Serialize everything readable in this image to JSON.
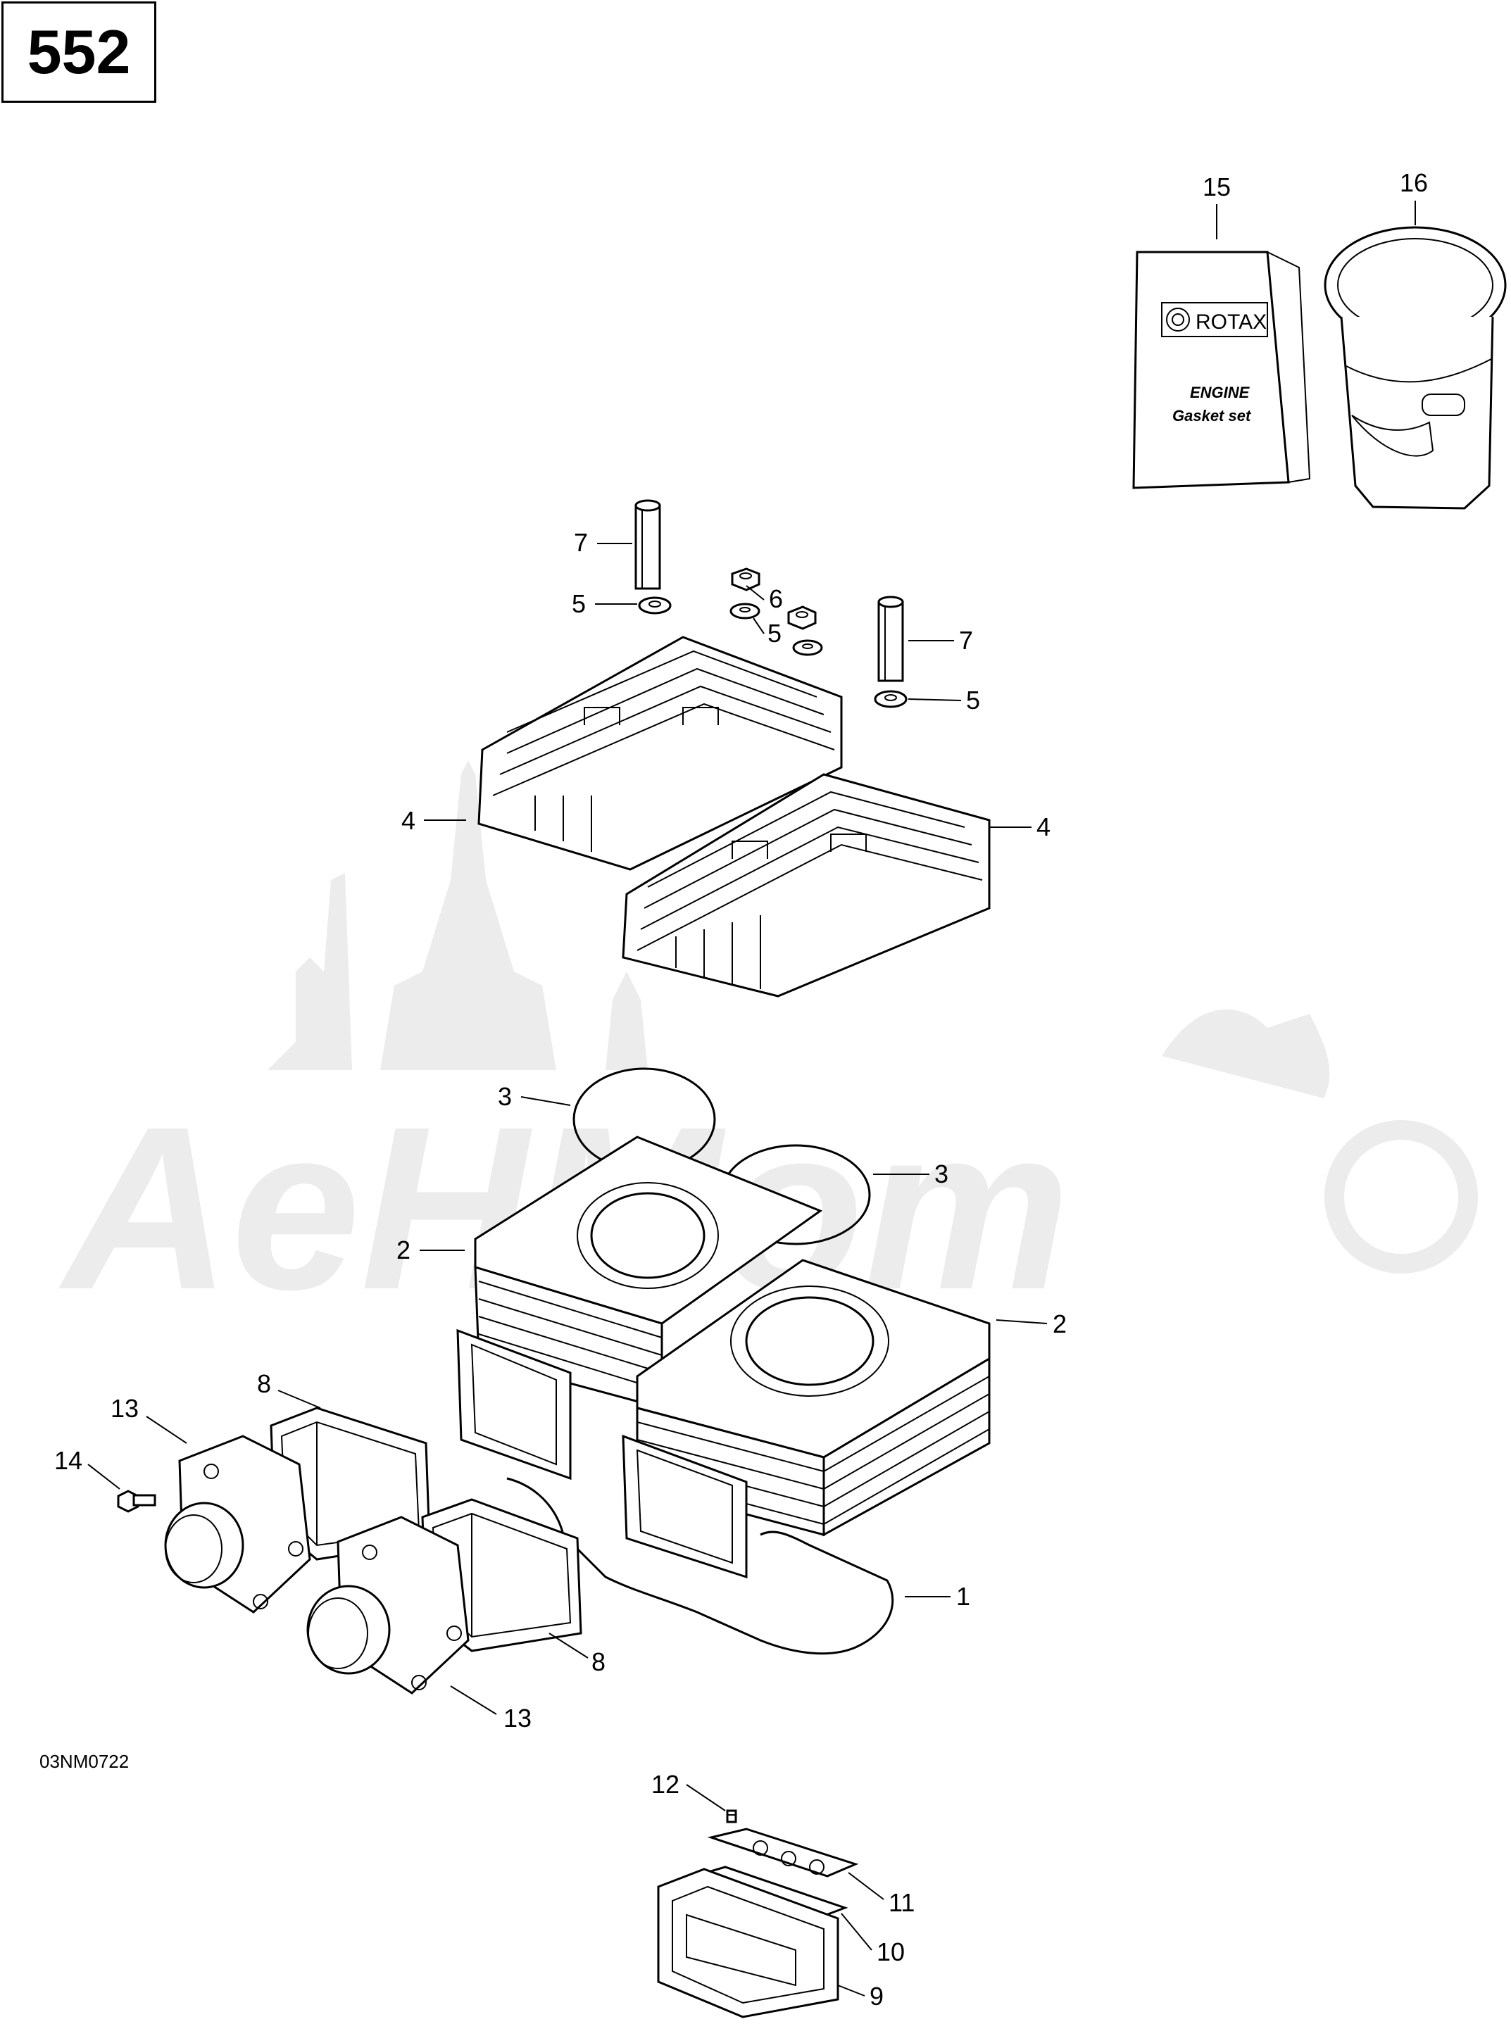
{
  "page_number": "552",
  "reference_code": "03NM0722",
  "gasket_set": {
    "brand": "ROTAX",
    "title": "ENGINE",
    "subtitle": "Gasket set"
  },
  "callouts": [
    {
      "id": "c15",
      "label": "15"
    },
    {
      "id": "c16",
      "label": "16"
    },
    {
      "id": "c7a",
      "label": "7"
    },
    {
      "id": "c5a",
      "label": "5"
    },
    {
      "id": "c6",
      "label": "6"
    },
    {
      "id": "c5b",
      "label": "5"
    },
    {
      "id": "c7b",
      "label": "7"
    },
    {
      "id": "c5c",
      "label": "5"
    },
    {
      "id": "c4a",
      "label": "4"
    },
    {
      "id": "c4b",
      "label": "4"
    },
    {
      "id": "c3a",
      "label": "3"
    },
    {
      "id": "c3b",
      "label": "3"
    },
    {
      "id": "c2a",
      "label": "2"
    },
    {
      "id": "c2b",
      "label": "2"
    },
    {
      "id": "c8a",
      "label": "8"
    },
    {
      "id": "c13a",
      "label": "13"
    },
    {
      "id": "c14",
      "label": "14"
    },
    {
      "id": "c1",
      "label": "1"
    },
    {
      "id": "c8b",
      "label": "8"
    },
    {
      "id": "c13b",
      "label": "13"
    },
    {
      "id": "c12",
      "label": "12"
    },
    {
      "id": "c11",
      "label": "11"
    },
    {
      "id": "c10",
      "label": "10"
    },
    {
      "id": "c9",
      "label": "9"
    }
  ],
  "watermark_text": "AeHMom"
}
